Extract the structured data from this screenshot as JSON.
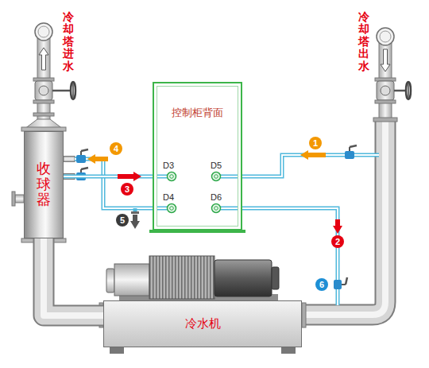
{
  "diagram": {
    "nodes": [
      {
        "text": [
          "收球器"
        ]
      },
      {
        "text": [
          "控制柜背面"
        ]
      },
      {
        "text": [
          "冷水机"
        ]
      }
    ],
    "edges": [
      {
        "from": 0,
        "to": 2,
        "arrow": "none"
      },
      {
        "from": 1,
        "to": 0,
        "arrow": "none"
      }
    ],
    "labels": [
      "冷却塔进水",
      "冷却塔出水",
      "D3",
      "D5",
      "D4",
      "D6",
      "1",
      "4",
      "3",
      "5",
      "2",
      "6"
    ]
  }
}
